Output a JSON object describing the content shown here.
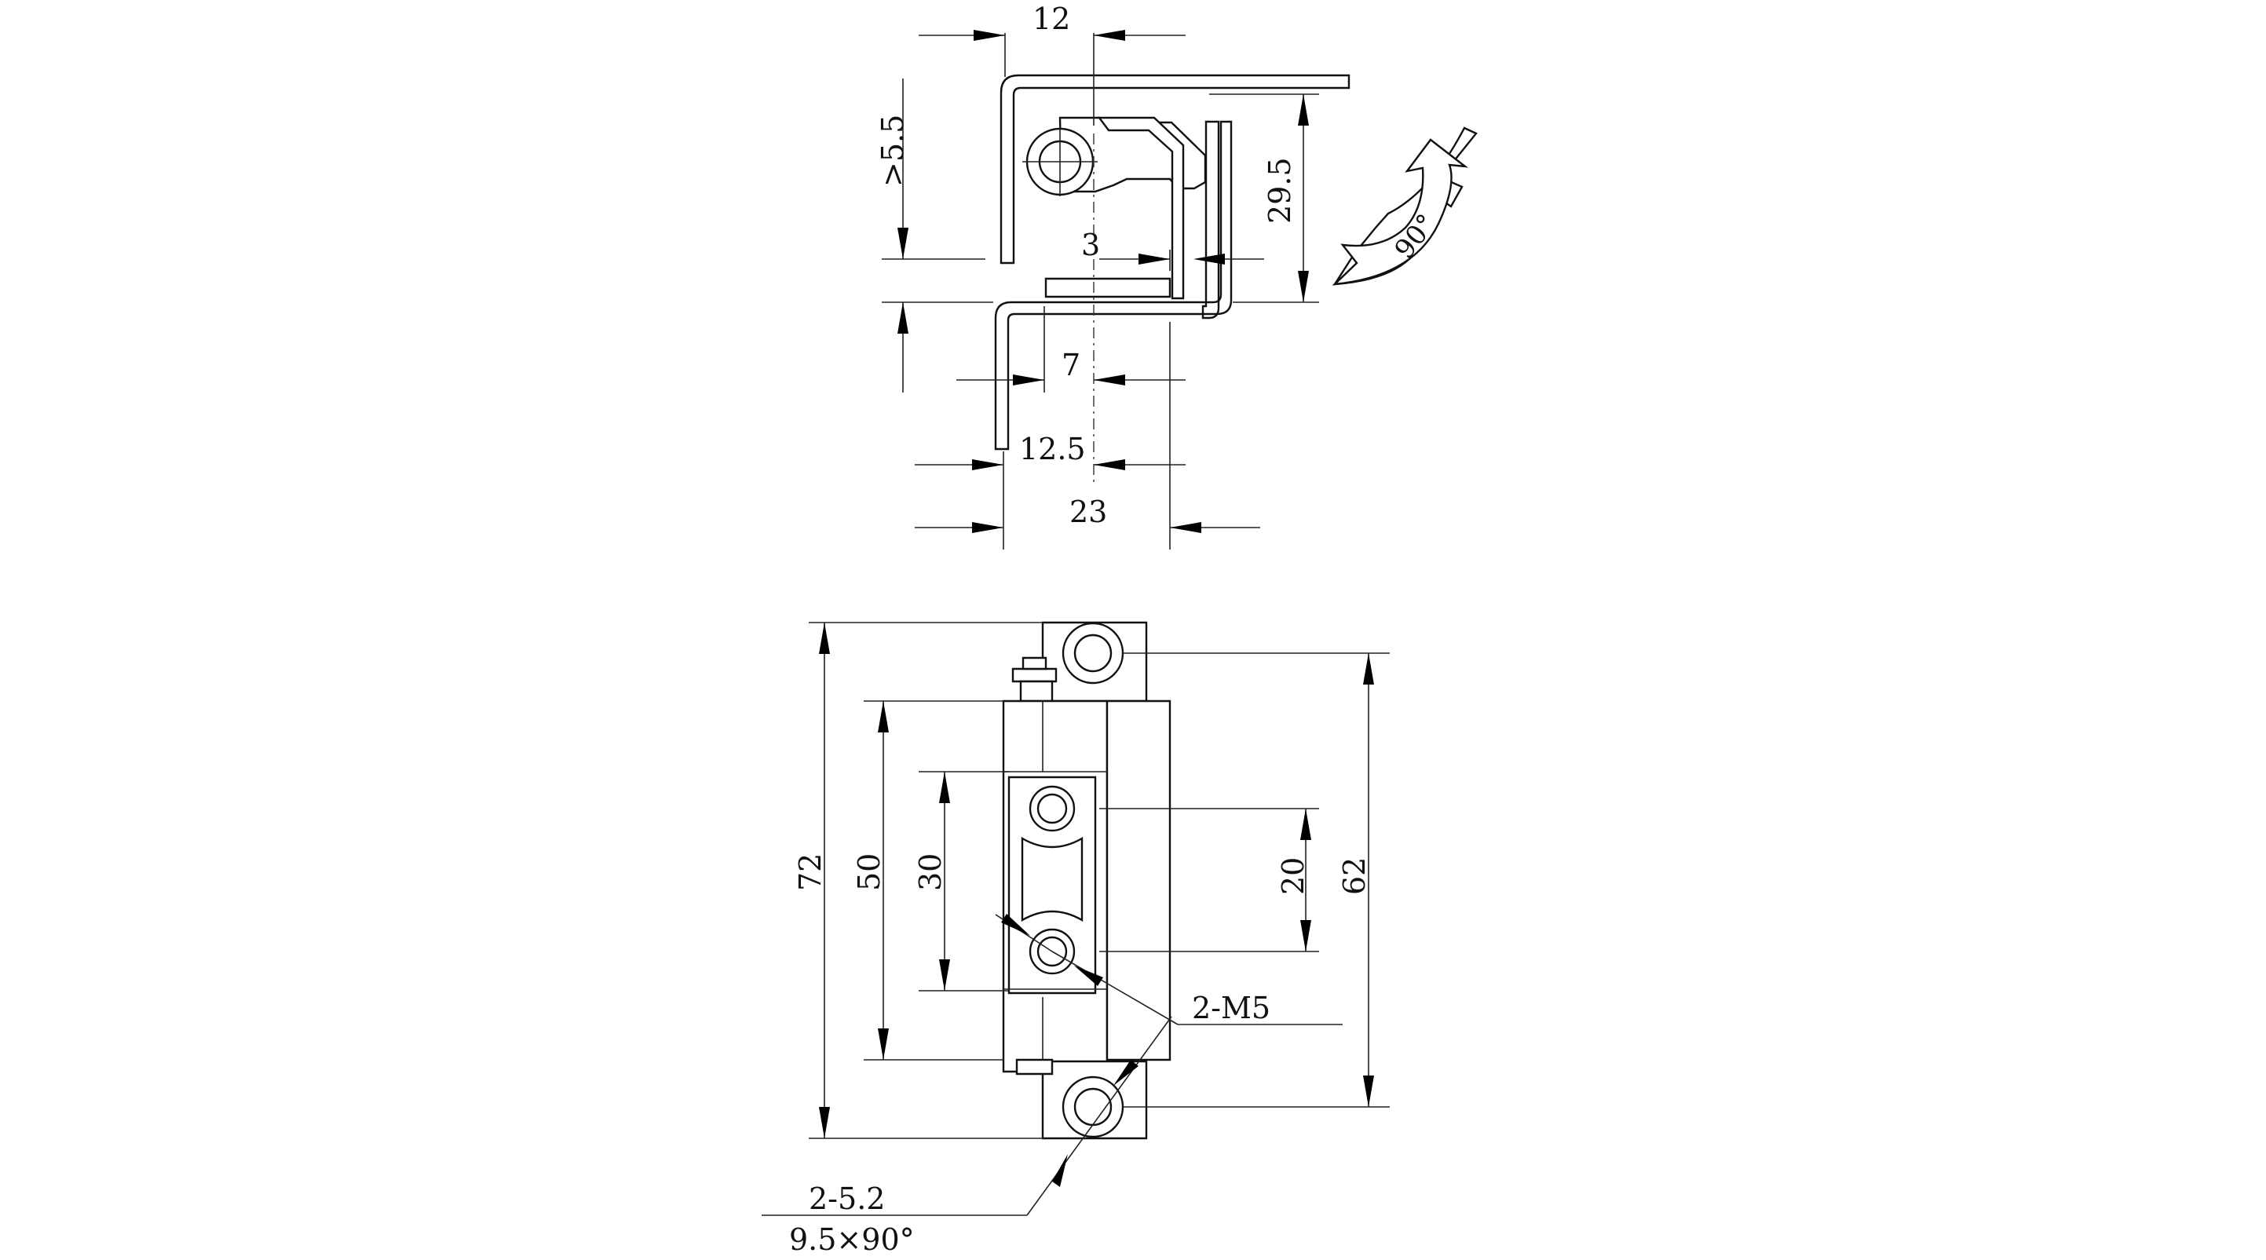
{
  "side_view": {
    "dimensions": {
      "top_width": "12",
      "gap": ">5.5",
      "height": "29.5",
      "clearance": "3",
      "offset_inner": "7",
      "offset_outer": "12.5",
      "overall_width": "23"
    },
    "rotation_label": "90°"
  },
  "front_view": {
    "dimensions": {
      "overall_height": "72",
      "body_height": "50",
      "inner_height": "30",
      "hole_pitch": "20",
      "mount_pitch": "62"
    },
    "callouts": {
      "thread": "2-M5",
      "countersink_line1": "2-5.2",
      "countersink_line2": "9.5×90°"
    }
  }
}
